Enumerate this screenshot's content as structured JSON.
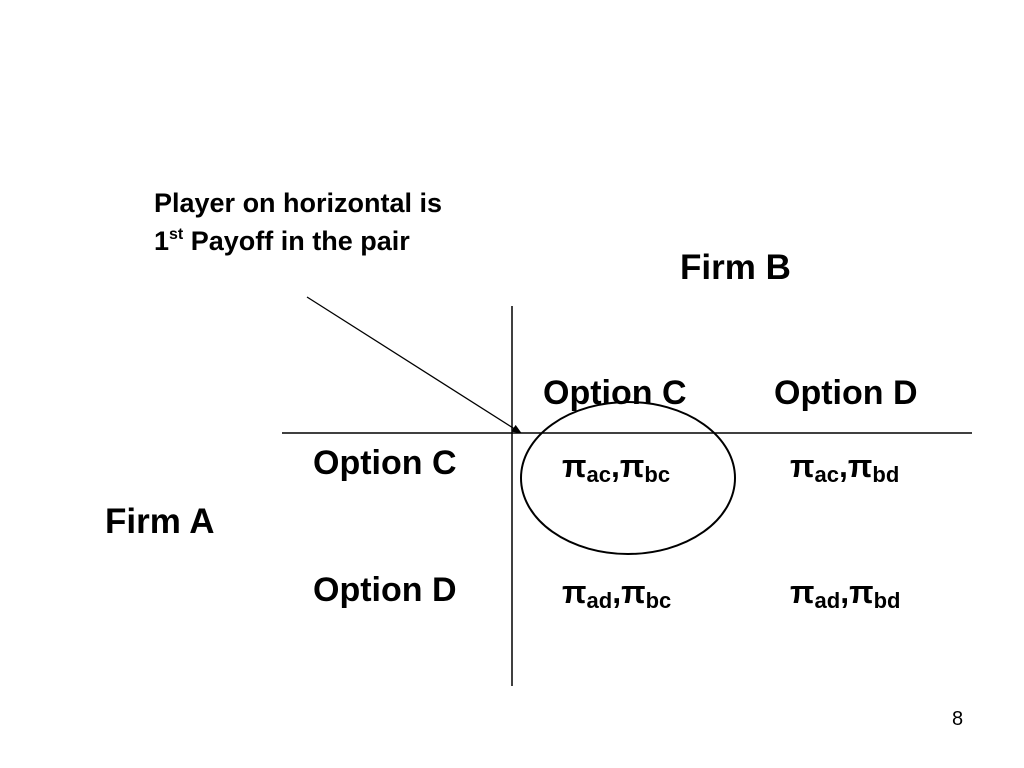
{
  "annotation": {
    "line1": "Player on horizontal is",
    "line2_number": "1",
    "line2_superscript": "st",
    "line2_rest": " Payoff in the pair"
  },
  "players": {
    "column_player": "Firm B",
    "row_player": "Firm A"
  },
  "columns": [
    {
      "label": "Option C"
    },
    {
      "label": "Option D"
    }
  ],
  "rows": [
    {
      "label": "Option C",
      "cells": [
        {
          "first": "π",
          "first_sub": "ac",
          "sep": ",",
          "second": "π",
          "second_sub": "bc"
        },
        {
          "first": "π",
          "first_sub": "ac",
          "sep": ",",
          "second": "π",
          "second_sub": "bd"
        }
      ]
    },
    {
      "label": "Option D",
      "cells": [
        {
          "first": "π",
          "first_sub": "ad",
          "sep": ",",
          "second": "π",
          "second_sub": "bc"
        },
        {
          "first": "π",
          "first_sub": "ad",
          "sep": ",",
          "second": "π",
          "second_sub": "bd"
        }
      ]
    }
  ],
  "page_number": "8"
}
